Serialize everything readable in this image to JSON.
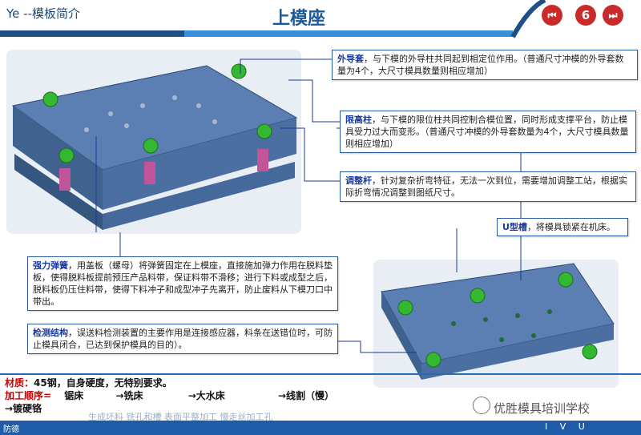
{
  "header": {
    "brand": "Ye --模板简介",
    "title": "上模座",
    "page_number": "6",
    "prev_icon": "skip-back-icon",
    "next_icon": "skip-forward-icon"
  },
  "callouts": {
    "guide_sleeve": {
      "term": "外导套",
      "text": "，与下模的外导柱共同起到相定位作用。（普通尺寸冲模的外导套数量为4个，大尺寸模具数量则相应增加）"
    },
    "limit_post": {
      "term": "限高柱",
      "text": "，与下模的限位柱共同控制合模位置，同时形成支撑平台，防止模具受力过大而变形。（普通尺寸冲模的外导套数量为4个，大尺寸模具数量则相应增加）"
    },
    "adjust_rod": {
      "term": "调整杆",
      "text": "，针对复杂折弯特征，无法一次到位，需要增加调整工站，根据实际折弯情况调整到图纸尺寸。"
    },
    "u_slot": {
      "term": "U型槽",
      "text": "，将模具锁紧在机床。"
    },
    "spring": {
      "term": "强力弹簧",
      "text": "，用盖板（螺母）将弹簧固定在上模座，直接施加弹力作用在脱料垫板，使得脱料板提前预压产品料带，保证料带不滑移；进行下料或成型之后，脱料板仍压住料带，使得下料冲子和成型冲子先离开，防止废料从下模刀口中带出。"
    },
    "sensor": {
      "term": "检测结构",
      "text": "，误送料检测装置的主要作用是连接感应器，料条在送错位时，可防止模具闭合，已达到保护模具的目的）。"
    }
  },
  "material": {
    "label": "材质：",
    "value": "45钢，自身硬度，无特别要求。",
    "process_label": "加工顺序=",
    "steps": [
      "锯床",
      "→铣床",
      "→大水床",
      "→线割（慢）",
      "→镀硬铬"
    ]
  },
  "faint_text": "生成坯料    铣孔和槽    表面平整加工    慢走丝加工孔",
  "watermark": "优胜模具培训学校",
  "footer": {
    "left": "防德",
    "right": "I V U"
  },
  "colors": {
    "accent": "#1e4f87",
    "plate": "#5b7fb3",
    "sleeve": "#34b832",
    "spring": "#c2559a"
  }
}
